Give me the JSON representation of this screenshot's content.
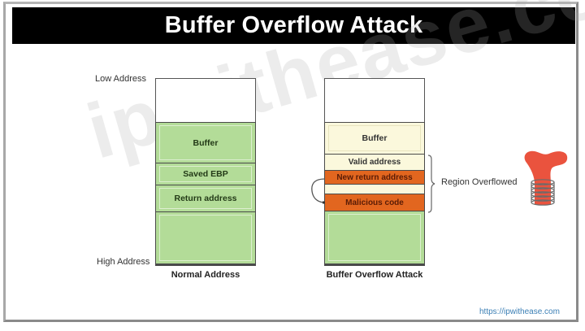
{
  "title": "Buffer Overflow Attack",
  "watermark": "ipwithease.com",
  "labels": {
    "low_address": "Low Address",
    "high_address": "High Address",
    "region_overflowed": "Region Overflowed"
  },
  "normal_stack": {
    "caption": "Normal Address",
    "blocks": [
      {
        "label": "",
        "color": "white"
      },
      {
        "label": "Buffer",
        "color": "green"
      },
      {
        "label": "Saved EBP",
        "color": "green"
      },
      {
        "label": "Return address",
        "color": "green"
      },
      {
        "label": "",
        "color": "green"
      }
    ]
  },
  "attack_stack": {
    "caption": "Buffer Overflow Attack",
    "blocks": [
      {
        "label": "",
        "color": "white"
      },
      {
        "label": "Buffer",
        "color": "cream"
      },
      {
        "label": "Valid address",
        "color": "cream"
      },
      {
        "label": "New return address",
        "color": "orange"
      },
      {
        "label": "",
        "color": "cream"
      },
      {
        "label": "Malicious code",
        "color": "orange"
      },
      {
        "label": "",
        "color": "green"
      }
    ]
  },
  "colors": {
    "green": "#b3dc98",
    "cream": "#fbf8dc",
    "orange": "#e2661f",
    "title_bg": "#000000",
    "overflow_icon": "#e8442e",
    "url": "#3b7fb5"
  },
  "icons": {
    "return_arrow": "curved-arrow-icon",
    "overflow_graphic": "overflowing-spring-icon"
  },
  "footer": {
    "url": "https://ipwithease.com"
  }
}
